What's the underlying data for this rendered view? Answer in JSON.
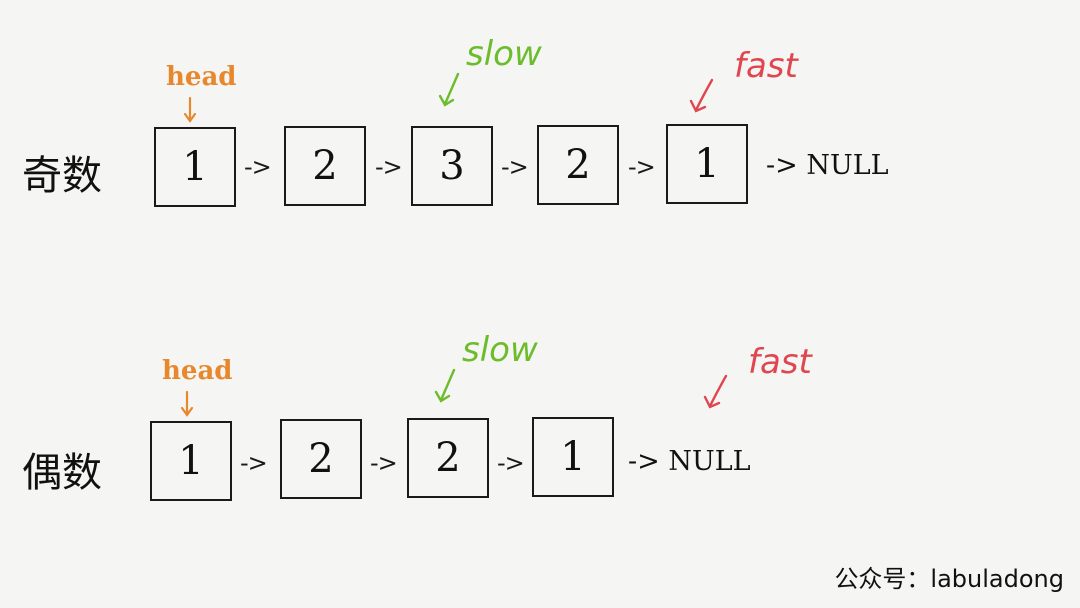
{
  "colors": {
    "head": "#e8882e",
    "slow": "#6cbc2b",
    "fast": "#e0464f",
    "ink": "#1a1a1a"
  },
  "rows": [
    {
      "label": "奇数",
      "nodes": [
        "1",
        "2",
        "3",
        "2",
        "1"
      ],
      "link": "->",
      "terminator": "-> NULL",
      "pointers": {
        "head": "head",
        "slow": "slow",
        "fast": "fast"
      }
    },
    {
      "label": "偶数",
      "nodes": [
        "1",
        "2",
        "2",
        "1"
      ],
      "link": "->",
      "terminator": "-> NULL",
      "pointers": {
        "head": "head",
        "slow": "slow",
        "fast": "fast"
      }
    }
  ],
  "watermark": "公众号：labuladong"
}
